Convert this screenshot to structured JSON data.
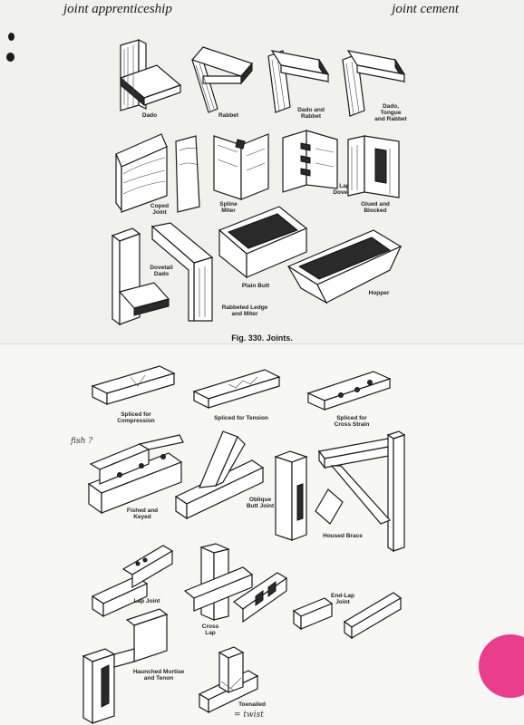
{
  "header": {
    "left": "joint apprenticeship",
    "right": "joint cement"
  },
  "top_figure": {
    "caption": "Fig. 330. Joints.",
    "labels": {
      "dado": "Dado",
      "rabbet": "Rabbet",
      "dado_and_rabbet": "Dado and\nRabbet",
      "dado_tongue_rabbet": "Dado,\nTongue\nand Rabbet",
      "coped_joint": "Coped\nJoint",
      "spline_miter": "Spline\nMiter",
      "lap_dovetail": "Lap\nDovetail",
      "glued_and_blocked": "Glued and\nBlocked",
      "dovetail_dado": "Dovetail\nDado",
      "plain_butt": "Plain Butt",
      "rabbeted_ledge_miter": "Rabbeted Ledge\nand Miter",
      "hopper": "Hopper"
    }
  },
  "bottom_figure": {
    "labels": {
      "spliced_compression": "Spliced for\nCompression",
      "spliced_tension": "Spliced for Tension",
      "spliced_cross_strain": "Spliced for\nCross Strain",
      "fished_keyed": "Fished and\nKeyed",
      "oblique_butt": "Oblique\nButt Joint",
      "housed_brace": "Housed Brace",
      "lap_joint": "Lap Joint",
      "cross_lap": "Cross\nLap",
      "end_lap": "End-Lap\nJoint",
      "haunched_mortise": "Haunched Mortise\nand Tenon",
      "toenailed": "Toenailed"
    },
    "handwritten": {
      "fish": "fish ?",
      "twist": "= twist"
    }
  }
}
